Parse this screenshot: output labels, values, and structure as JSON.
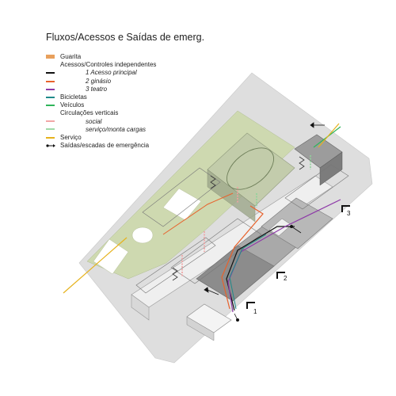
{
  "title": "Fluxos/Acessos e Saídas de emerg.",
  "legend": [
    {
      "label": "Guarita",
      "color": "#e8a05c",
      "style": "block",
      "indent": false
    },
    {
      "label": "Acessos/Controles independentes",
      "color": null,
      "style": "none",
      "indent": false
    },
    {
      "label": "1 Acesso principal",
      "color": "#111111",
      "style": "line",
      "indent": true
    },
    {
      "label": "2 ginásio",
      "color": "#e8622c",
      "style": "line",
      "indent": true
    },
    {
      "label": "3 teatro",
      "color": "#8e3aa8",
      "style": "line",
      "indent": true
    },
    {
      "label": "Bicicletas",
      "color": "#1f8a8a",
      "style": "line",
      "indent": false
    },
    {
      "label": "Veículos",
      "color": "#2fb55a",
      "style": "line",
      "indent": false
    },
    {
      "label": "Circulações verticais",
      "color": null,
      "style": "none",
      "indent": false
    },
    {
      "label": "social",
      "color": "#f2a6a6",
      "style": "dash",
      "indent": true
    },
    {
      "label": "serviço/monta cargas",
      "color": "#9fd9a8",
      "style": "dash",
      "indent": true
    },
    {
      "label": "Serviço",
      "color": "#e6b21c",
      "style": "line",
      "indent": false
    },
    {
      "label": "Saídas/escadas de emergência",
      "color": "#111111",
      "style": "arrow",
      "indent": false
    }
  ],
  "entrances": [
    {
      "number": "1"
    },
    {
      "number": "2"
    },
    {
      "number": "3"
    }
  ],
  "colors": {
    "site": "#dcdcdc",
    "green_area": "#c9d6a6",
    "building_light": "#f1f1f1",
    "building_dark": "#8f8f8f",
    "building_mid": "#b5b5b5"
  }
}
